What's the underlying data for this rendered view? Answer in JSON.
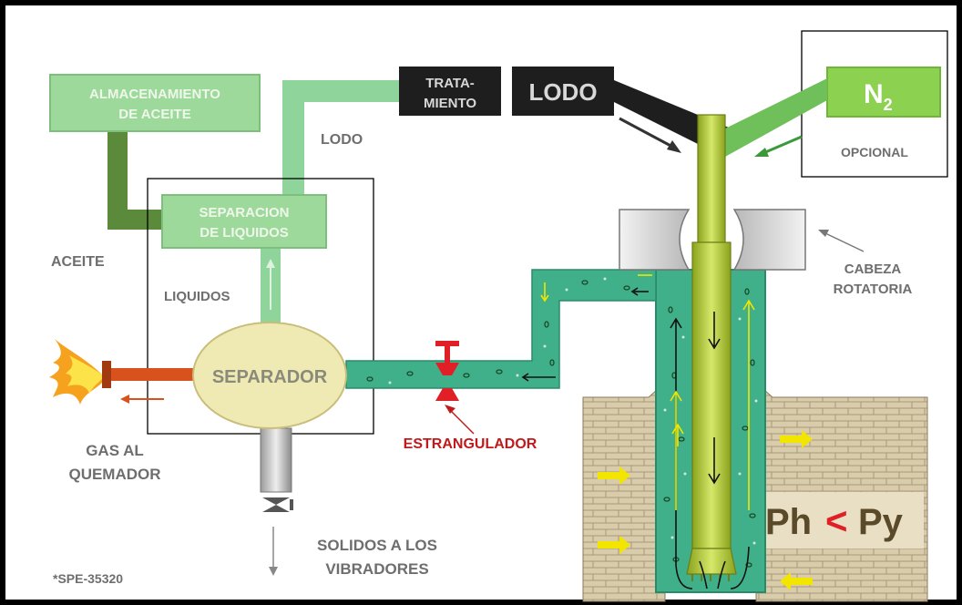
{
  "labels": {
    "almacenamiento_l1": "ALMACENAMIENTO",
    "almacenamiento_l2": "DE ACEITE",
    "tratamiento_l1": "TRATA-",
    "tratamiento_l2": "MIENTO",
    "lodo_box": "LODO",
    "lodo_line": "LODO",
    "n2_main": "N",
    "n2_sub": "2",
    "opcional": "OPCIONAL",
    "separacion_l1": "SEPARACION",
    "separacion_l2": "DE LIQUIDOS",
    "aceite": "ACEITE",
    "liquidos": "LIQUIDOS",
    "separador": "SEPARADOR",
    "gas_l1": "GAS AL",
    "gas_l2": "QUEMADOR",
    "estrangulador": "ESTRANGULADOR",
    "cabeza_l1": "CABEZA",
    "cabeza_l2": "ROTATORIA",
    "solidos_l1": "SOLIDOS A LOS",
    "solidos_l2": "VIBRADORES",
    "spe": "*SPE-35320",
    "ph": "Ph",
    "lt": "<",
    "py": "Py"
  },
  "colors": {
    "mud_green": "#3fb08a",
    "pipe_green": "#8fd49a",
    "light_green_box": "#9ed99c",
    "dark_olive": "#5a8a3a",
    "black_box": "#1e1e1e",
    "separator_fill": "#efe9b4",
    "drillpipe": "#b9cf2e",
    "formation": "#d8ccab",
    "choke_red": "#e01f26",
    "flare_pipe": "#d9521e",
    "arrow_yellow": "#f2e600",
    "label_gray": "#6e6e6e"
  }
}
